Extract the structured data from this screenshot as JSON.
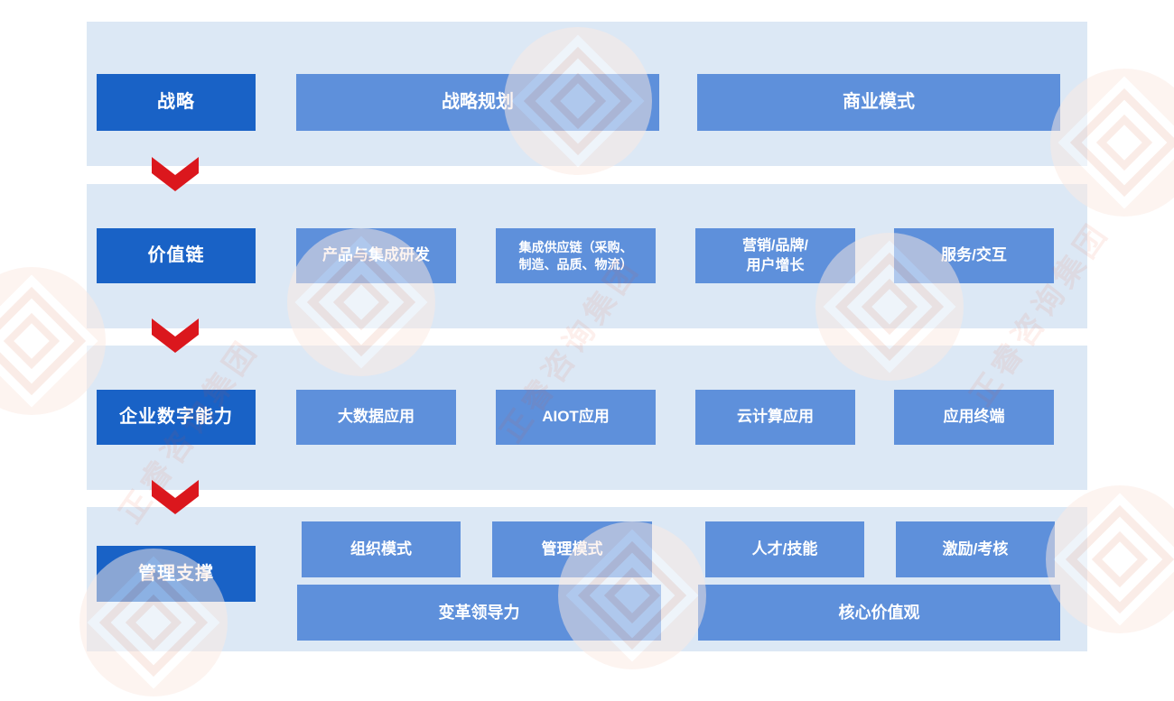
{
  "colors": {
    "label_box": "#1962C6",
    "content_box": "#5E90DB",
    "panel_background": "#DCE8F5",
    "arrow_red": "#DB171D",
    "box_text": "#FFFFFF",
    "page_background": "#FFFFFF"
  },
  "icons": {
    "row_connector": "down-chevron-icon",
    "watermark_logo": "diamond-in-circle-logo-icon"
  },
  "watermark": {
    "brand_text": "正睿咨询集团"
  },
  "rows": [
    {
      "label": "战略",
      "boxes": [
        {
          "text": "战略规划"
        },
        {
          "text": "商业模式"
        }
      ]
    },
    {
      "label": "价值链",
      "boxes": [
        {
          "text": "产品与集成研发"
        },
        {
          "text": "集成供应链（采购、\n制造、品质、物流）"
        },
        {
          "text": "营销/品牌/\n用户增长"
        },
        {
          "text": "服务/交互"
        }
      ]
    },
    {
      "label": "企业数字能力",
      "boxes": [
        {
          "text": "大数据应用"
        },
        {
          "text": "AIOT应用"
        },
        {
          "text": "云计算应用"
        },
        {
          "text": "应用终端"
        }
      ]
    },
    {
      "label": "管理支撑",
      "boxes": [
        {
          "text": "组织模式"
        },
        {
          "text": "管理模式"
        },
        {
          "text": "人才/技能"
        },
        {
          "text": "激励/考核"
        },
        {
          "text": "变革领导力"
        },
        {
          "text": "核心价值观"
        }
      ]
    }
  ]
}
